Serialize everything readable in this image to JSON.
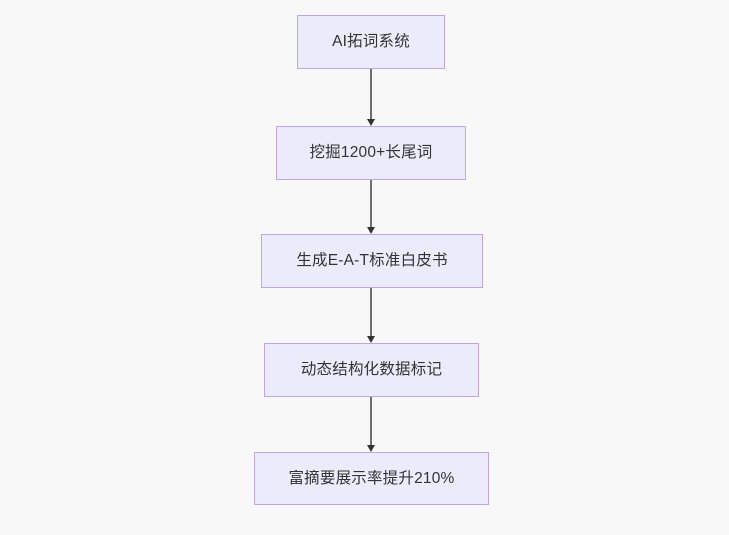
{
  "diagram": {
    "type": "flowchart",
    "direction": "top-to-bottom",
    "background_color": "#f8f8f8",
    "node_fill_color": "#ebebfb",
    "node_border_color": "#c0a6e6",
    "node_text_color": "#333333",
    "edge_color": "#6f6f6f",
    "arrowhead_color": "#333333",
    "nodes": [
      {
        "id": "node-1",
        "label": "AI拓词系统"
      },
      {
        "id": "node-2",
        "label": "挖掘1200+长尾词"
      },
      {
        "id": "node-3",
        "label": "生成E-A-T标准白皮书"
      },
      {
        "id": "node-4",
        "label": "动态结构化数据标记"
      },
      {
        "id": "node-5",
        "label": "富摘要展示率提升210%"
      }
    ],
    "edges": [
      {
        "id": "edge-1",
        "from": "node-1",
        "to": "node-2",
        "arrow": "down-arrow-icon"
      },
      {
        "id": "edge-2",
        "from": "node-2",
        "to": "node-3",
        "arrow": "down-arrow-icon"
      },
      {
        "id": "edge-3",
        "from": "node-3",
        "to": "node-4",
        "arrow": "down-arrow-icon"
      },
      {
        "id": "edge-4",
        "from": "node-4",
        "to": "node-5",
        "arrow": "down-arrow-icon"
      }
    ]
  }
}
